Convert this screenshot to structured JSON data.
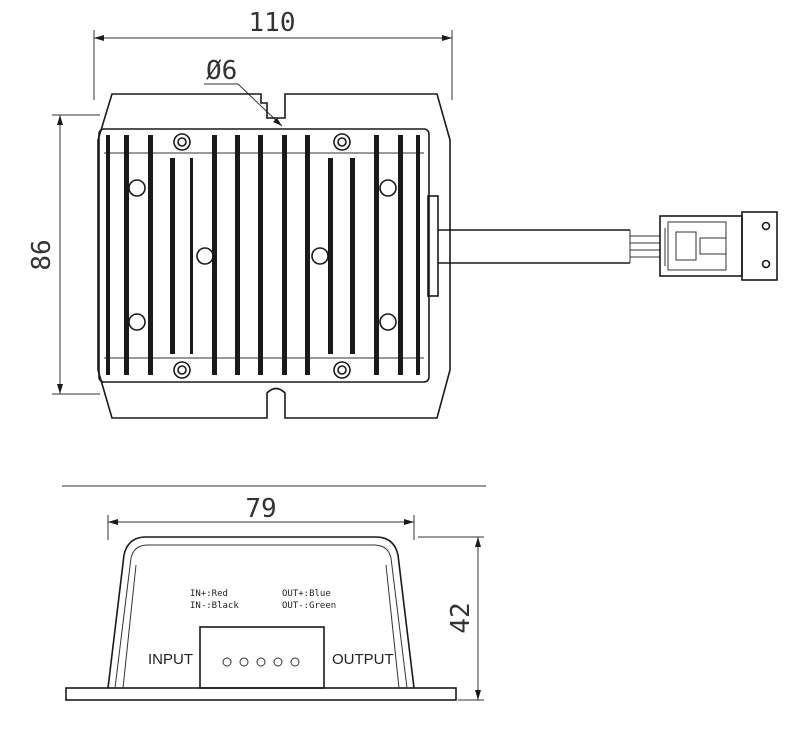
{
  "top_view": {
    "dim_width": "110",
    "dim_height": "86",
    "dim_hole": "Ø6"
  },
  "front_view": {
    "dim_width": "79",
    "dim_height": "42",
    "label_input": "INPUT",
    "label_output": "OUTPUT",
    "wire_in_pos": "IN+:Red",
    "wire_in_neg": "IN-:Black",
    "wire_out_pos": "OUT+:Blue",
    "wire_out_neg": "OUT-:Green"
  }
}
